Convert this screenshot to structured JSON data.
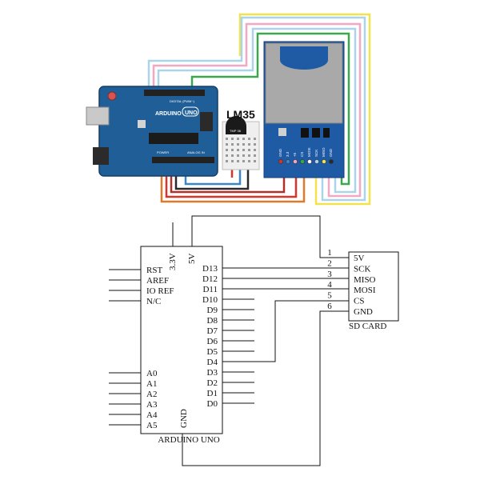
{
  "wiring": {
    "sensor_label": "LM35",
    "sensor_marking": "TMP 36",
    "arduino_brand": "ARDUINO",
    "arduino_model": "UNO",
    "arduino_sub": "DIGITAL (PWM~)",
    "arduino_power": "POWER",
    "arduino_analog": "ANALOG IN",
    "sd_pins": [
      "GND",
      "3.3",
      "+5",
      "CS",
      "MOSI",
      "SCK",
      "MISO",
      "GND"
    ],
    "wire_colors": {
      "yellow": "#f2e34c",
      "light_blue": "#a9d4ea",
      "pink": "#f2a7c3",
      "green": "#3aa84b",
      "red": "#d8342b",
      "dark_red": "#b0302a",
      "black": "#2a2a2a",
      "blue": "#3c86c8",
      "orange": "#e07a2a"
    },
    "board_color": "#1f5e97",
    "sd_module_color": "#1f5aa5",
    "sd_card_color": "#a9a9a9"
  },
  "schematic": {
    "arduino_title": "ARDUINO UNO",
    "power_3v3": "3.3V",
    "power_5v": "5V",
    "gnd": "GND",
    "left_pins": [
      "RST",
      "AREF",
      "IO REF",
      "N/C"
    ],
    "analog_pins": [
      "A0",
      "A1",
      "A2",
      "A3",
      "A4",
      "A5"
    ],
    "digital_pins": [
      "D13",
      "D12",
      "D11",
      "D10",
      "D9",
      "D8",
      "D7",
      "D6",
      "D5",
      "D4",
      "D3",
      "D2",
      "D1",
      "D0"
    ],
    "sd_title": "SD CARD",
    "sd_pins": [
      "5V",
      "SCK",
      "MISO",
      "MOSI",
      "CS",
      "GND"
    ],
    "connector_numbers": [
      "1",
      "2",
      "3",
      "4",
      "5",
      "6"
    ]
  }
}
